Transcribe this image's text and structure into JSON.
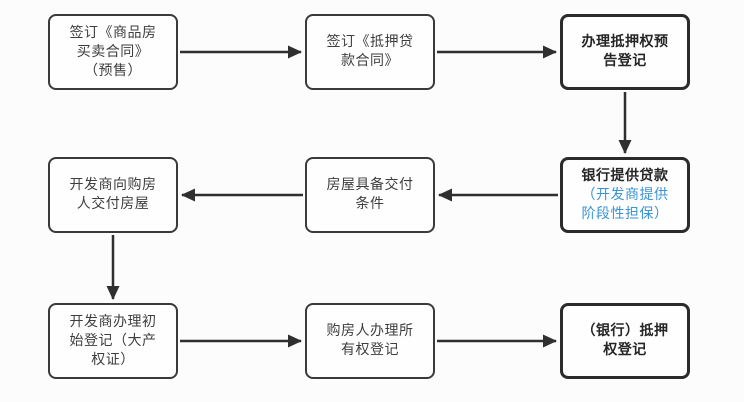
{
  "diagram": {
    "type": "flowchart",
    "colors": {
      "box_border": "#3a3a3a",
      "box_border_emphasis": "#2b2b2b",
      "text": "#3e3e3e",
      "accent_blue": "#3b94d5",
      "background": "#fcfcfc"
    },
    "nodes": [
      {
        "id": "n1",
        "text": "签订《商品房\n买卖合同》\n（预售）",
        "emphasis": false
      },
      {
        "id": "n2",
        "text": "签订《抵押贷\n款合同》",
        "emphasis": false
      },
      {
        "id": "n3",
        "text": "办理抵押权预\n告登记",
        "emphasis": true
      },
      {
        "id": "n4",
        "text": "银行提供贷款",
        "subtext": "（开发商提供\n阶段性担保）",
        "emphasis": true
      },
      {
        "id": "n5",
        "text": "房屋具备交付\n条件",
        "emphasis": false
      },
      {
        "id": "n6",
        "text": "开发商向购房\n人交付房屋",
        "emphasis": false
      },
      {
        "id": "n7",
        "text": "开发商办理初\n始登记（大产\n权证）",
        "emphasis": false
      },
      {
        "id": "n8",
        "text": "购房人办理所\n有权登记",
        "emphasis": false
      },
      {
        "id": "n9",
        "text": "（银行）抵押\n权登记",
        "emphasis": true
      }
    ],
    "edges": [
      {
        "from": "n1",
        "to": "n2",
        "direction": "right"
      },
      {
        "from": "n2",
        "to": "n3",
        "direction": "right"
      },
      {
        "from": "n3",
        "to": "n4",
        "direction": "down"
      },
      {
        "from": "n4",
        "to": "n5",
        "direction": "left"
      },
      {
        "from": "n5",
        "to": "n6",
        "direction": "left"
      },
      {
        "from": "n6",
        "to": "n7",
        "direction": "down"
      },
      {
        "from": "n7",
        "to": "n8",
        "direction": "right"
      },
      {
        "from": "n8",
        "to": "n9",
        "direction": "right"
      }
    ]
  }
}
